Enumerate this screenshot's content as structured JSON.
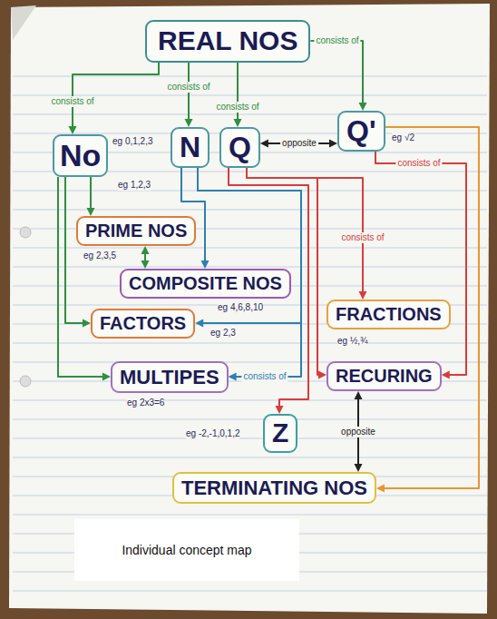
{
  "diagram": {
    "caption": "Individual concept map",
    "nodes": [
      {
        "text": [
          "REAL NOS"
        ]
      },
      {
        "text": [
          "No"
        ]
      },
      {
        "text": [
          "N"
        ]
      },
      {
        "text": [
          "Q"
        ]
      },
      {
        "text": [
          "Q'"
        ]
      },
      {
        "text": [
          "PRIME NOS"
        ]
      },
      {
        "text": [
          "COMPOSITE NOS"
        ]
      },
      {
        "text": [
          "FACTORS"
        ]
      },
      {
        "text": [
          "MULTIPES"
        ]
      },
      {
        "text": [
          "FRACTIONS"
        ]
      },
      {
        "text": [
          "RECURING"
        ]
      },
      {
        "text": [
          "Z"
        ]
      },
      {
        "text": [
          "TERMINATING NOS"
        ]
      }
    ],
    "edges": [
      {
        "from": 0,
        "to": 1,
        "arrow": "to",
        "label": "consists of"
      },
      {
        "from": 0,
        "to": 2,
        "arrow": "to",
        "label": "consists of"
      },
      {
        "from": 0,
        "to": 3,
        "arrow": "to",
        "label": "consists of"
      },
      {
        "from": 0,
        "to": 4,
        "arrow": "to",
        "label": "consists of"
      },
      {
        "from": 3,
        "to": 4,
        "arrow": "both",
        "label": "opposite"
      },
      {
        "from": 1,
        "to": 5,
        "arrow": "to"
      },
      {
        "from": 1,
        "to": 7,
        "arrow": "to"
      },
      {
        "from": 1,
        "to": 8,
        "arrow": "to"
      },
      {
        "from": 2,
        "to": 6,
        "arrow": "to"
      },
      {
        "from": 5,
        "to": 6,
        "arrow": "both"
      },
      {
        "from": 2,
        "to": 7,
        "arrow": "to"
      },
      {
        "from": 2,
        "to": 8,
        "arrow": "to",
        "label": "consists of"
      },
      {
        "from": 3,
        "to": 9,
        "arrow": "to",
        "label": "consists of"
      },
      {
        "from": 3,
        "to": 10,
        "arrow": "to"
      },
      {
        "from": 3,
        "to": 11,
        "arrow": "to"
      },
      {
        "from": 4,
        "to": 10,
        "arrow": "to",
        "label": "consists of"
      },
      {
        "from": 4,
        "to": 12,
        "arrow": "to"
      },
      {
        "from": 10,
        "to": 12,
        "arrow": "both",
        "label": "opposite"
      }
    ],
    "labels": [
      "eg 0,1,2,3",
      "eg 1,2,3",
      "eg √2",
      "eg 2,3,5",
      "eg 4,6,8,10",
      "eg 2,3",
      "eg 2x3=6",
      "eg ½,¾",
      "eg -2,-1,0,1,2"
    ]
  }
}
